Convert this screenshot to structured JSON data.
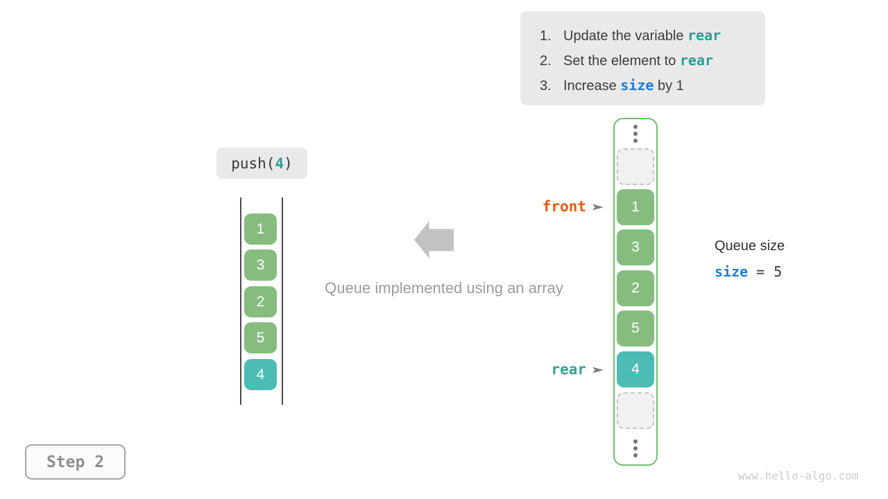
{
  "colors": {
    "box_green": "#86bd7f",
    "box_teal": "#4dbcb4",
    "code_teal": "#2f9e93",
    "code_blue": "#1c7ed6",
    "front_orange": "#e8590c",
    "panel_gray": "#e9e9e9",
    "frame_green": "#6fbe72",
    "arrow_gray": "#c2c2c2"
  },
  "icons": {
    "pointer_arrow": "right-arrow",
    "direction_arrow": "left-block-arrow",
    "ellipsis": "vertical-ellipsis"
  },
  "instructions": {
    "items": [
      {
        "number": "1.",
        "prefix": "Update the variable ",
        "code": "rear",
        "suffix": ""
      },
      {
        "number": "2.",
        "prefix": "Set the element to ",
        "code": "rear",
        "suffix": ""
      },
      {
        "number": "3.",
        "prefix": "Increase ",
        "code": "size",
        "suffix": " by 1"
      }
    ]
  },
  "push_label": {
    "open": "push(",
    "arg": "4",
    "close": ")"
  },
  "left_stack": {
    "values": [
      "1",
      "3",
      "2",
      "5",
      "4"
    ]
  },
  "caption": "Queue implemented using an array",
  "right_array": {
    "values": [
      "1",
      "3",
      "2",
      "5",
      "4"
    ]
  },
  "pointers": {
    "front": {
      "label": "front"
    },
    "rear": {
      "label": "rear"
    }
  },
  "queue_size": {
    "title": "Queue size",
    "variable": "size",
    "equals": "=",
    "value": "5"
  },
  "step": {
    "label": "Step 2"
  },
  "watermark": "www.hello-algo.com"
}
